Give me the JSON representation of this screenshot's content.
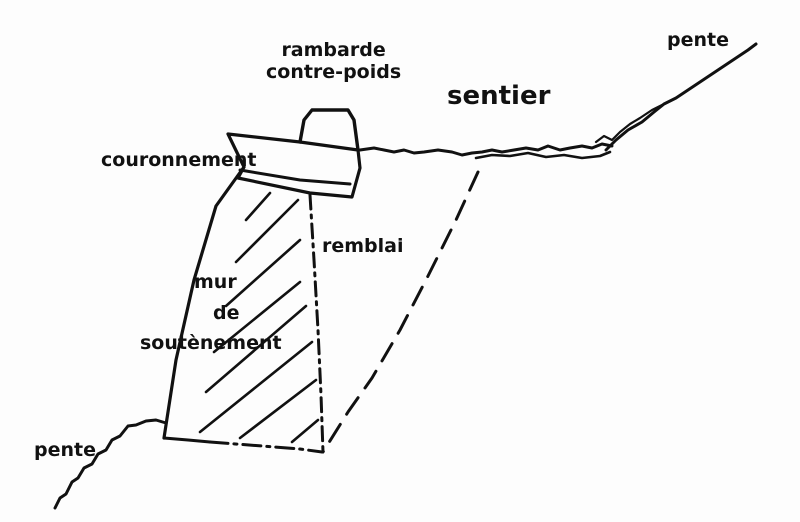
{
  "colors": {
    "ink": "#111111",
    "paper": "#fdfdfd"
  },
  "labels": {
    "rambarde_line1": "rambarde",
    "rambarde_line2": "contre-poids",
    "sentier": "sentier",
    "pente_right": "pente",
    "couronnement": "couronnement",
    "remblai": "remblai",
    "mur": "mur",
    "de": "de",
    "soutenement": "soutènement",
    "pente_left": "pente"
  }
}
